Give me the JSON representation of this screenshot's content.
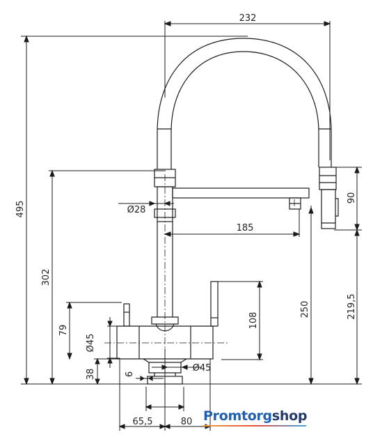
{
  "dimensions": {
    "width_top": "232",
    "height_total": "495",
    "height_302": "302",
    "height_79": "79",
    "height_38": "38",
    "dia_28": "Ø28",
    "dia_45_left": "Ø45",
    "dia_45_right": "Ø45",
    "reach_185": "185",
    "spray_90": "90",
    "lever_108": "108",
    "outlet_250": "250",
    "outlet_219_5": "219,5",
    "base_6": "6",
    "base_65_5": "65,5",
    "base_80": "80"
  },
  "brand": {
    "part1": "Promtorg",
    "part2": "shop"
  },
  "colors": {
    "line": "#1a1a1a",
    "brand_blue": "#1f5fae",
    "brand_dark": "#233a6b"
  }
}
